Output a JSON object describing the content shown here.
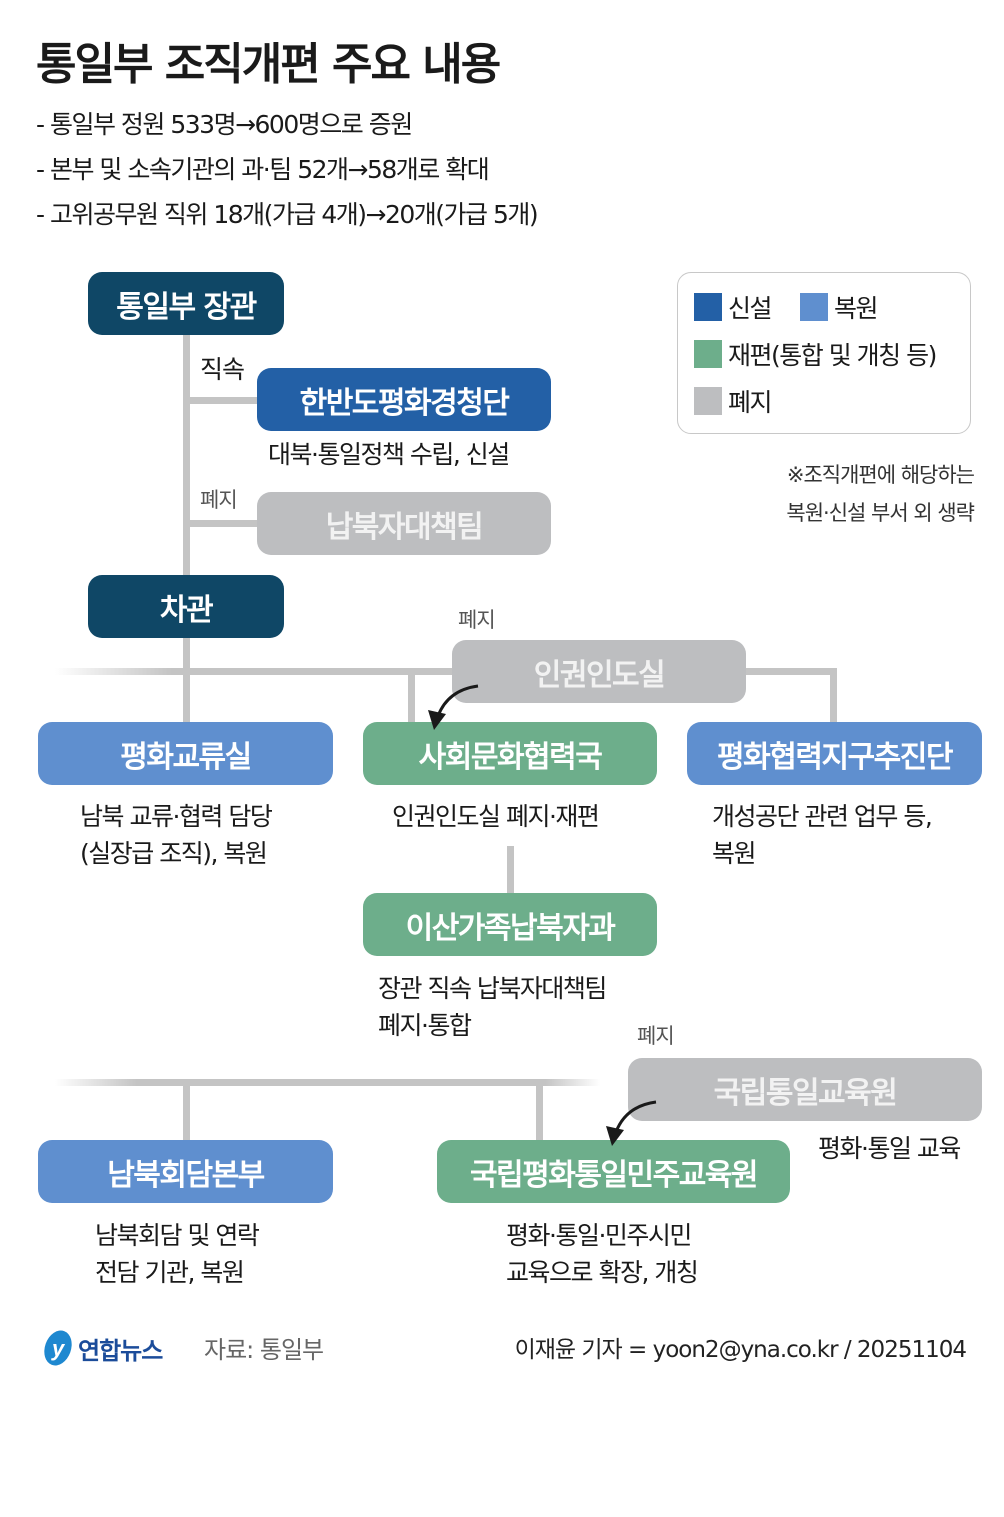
{
  "title": "통일부 조직개편 주요 내용",
  "bullets": [
    "- 통일부 정원 533명→600명으로 증원",
    "- 본부 및 소속기관의 과·팀 52개→58개로 확대",
    "- 고위공무원 직위 18개(가급 4개)→20개(가급 5개)"
  ],
  "colors": {
    "navy": "#0f4766",
    "new": "#2360a6",
    "restored": "#5f8fcf",
    "reorganized": "#6dae8b",
    "abolished": "#bdbec0"
  },
  "legend": {
    "new": "신설",
    "restored": "복원",
    "reorganized": "재편(통합 및 개칭 등)",
    "abolished": "폐지"
  },
  "note": [
    "※조직개편에 해당하는",
    "복원·신설 부서 외 생략"
  ],
  "nodes": {
    "minister": "통일부 장관",
    "direct_label": "직속",
    "peace_vision": "한반도평화경청단",
    "peace_vision_desc": "대북·통일정책 수립, 신설",
    "abolished_label": "폐지",
    "abductee_team": "납북자대책팀",
    "vice_minister": "차관",
    "human_rights": "인권인도실",
    "peace_exchange": "평화교류실",
    "peace_exchange_desc": [
      "남북 교류·협력 담당",
      "(실장급 조직), 복원"
    ],
    "social_culture": "사회문화협력국",
    "social_culture_desc": "인권인도실 폐지·재편",
    "peace_zone": "평화협력지구추진단",
    "peace_zone_desc": [
      "개성공단 관련 업무 등,",
      "복원"
    ],
    "separated_families": "이산가족납북자과",
    "separated_families_desc": [
      "장관 직속 납북자대책팀",
      "폐지·통합"
    ],
    "unification_edu": "국립통일교육원",
    "unification_edu_desc": "평화·통일 교육",
    "talks_hq": "남북회담본부",
    "talks_hq_desc": [
      "남북회담 및 연락",
      "전담 기관, 복원"
    ],
    "democracy_edu": "국립평화통일민주교육원",
    "democracy_edu_desc": [
      "평화·통일·민주시민",
      "교육으로 확장, 개칭"
    ]
  },
  "footer": {
    "logo": "연합뉴스",
    "source": "자료: 통일부",
    "credit": "이재윤 기자 = yoon2@yna.co.kr / 20251104"
  }
}
